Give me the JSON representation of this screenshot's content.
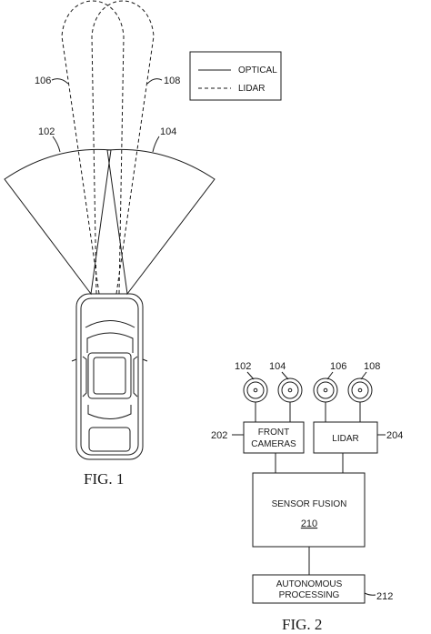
{
  "fig1": {
    "caption": "FIG. 1",
    "refs": {
      "optical_left": "102",
      "optical_right": "104",
      "lidar_left": "106",
      "lidar_right": "108"
    },
    "legend": {
      "optical": "OPTICAL",
      "lidar": "LIDAR"
    }
  },
  "fig2": {
    "caption": "FIG. 2",
    "sensors": [
      "102",
      "104",
      "106",
      "108"
    ],
    "front_cameras": {
      "ref": "202",
      "line1": "FRONT",
      "line2": "CAMERAS"
    },
    "lidar_box": {
      "ref": "204",
      "label": "LIDAR"
    },
    "sensor_fusion": {
      "label": "SENSOR FUSION",
      "ref": "210"
    },
    "autonomous": {
      "ref": "212",
      "line1": "AUTONOMOUS",
      "line2": "PROCESSING"
    }
  }
}
